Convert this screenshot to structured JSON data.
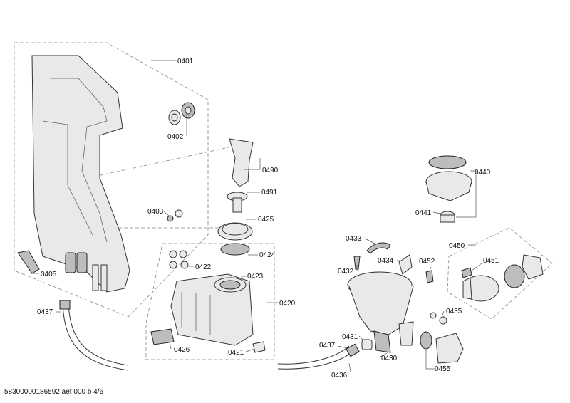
{
  "diagram": {
    "labels": {
      "p0401": "0401",
      "p0402": "0402",
      "p0403": "0403",
      "p0405": "0405",
      "p0490": "0490",
      "p0491": "0491",
      "p0425": "0425",
      "p0424": "0424",
      "p0422": "0422",
      "p0423": "0423",
      "p0420": "0420",
      "p0426": "0426",
      "p0421": "0421",
      "p0437a": "0437",
      "p0437b": "0437",
      "p0436": "0436",
      "p0431": "0431",
      "p0430": "0430",
      "p0432": "0432",
      "p0433": "0433",
      "p0434": "0434",
      "p0452": "0452",
      "p0440": "0440",
      "p0441": "0441",
      "p0450": "0450",
      "p0451": "0451",
      "p0435": "0435",
      "p0455": "0455"
    }
  },
  "footer": {
    "text": "58300000186592 aet 000 b 4/6"
  }
}
